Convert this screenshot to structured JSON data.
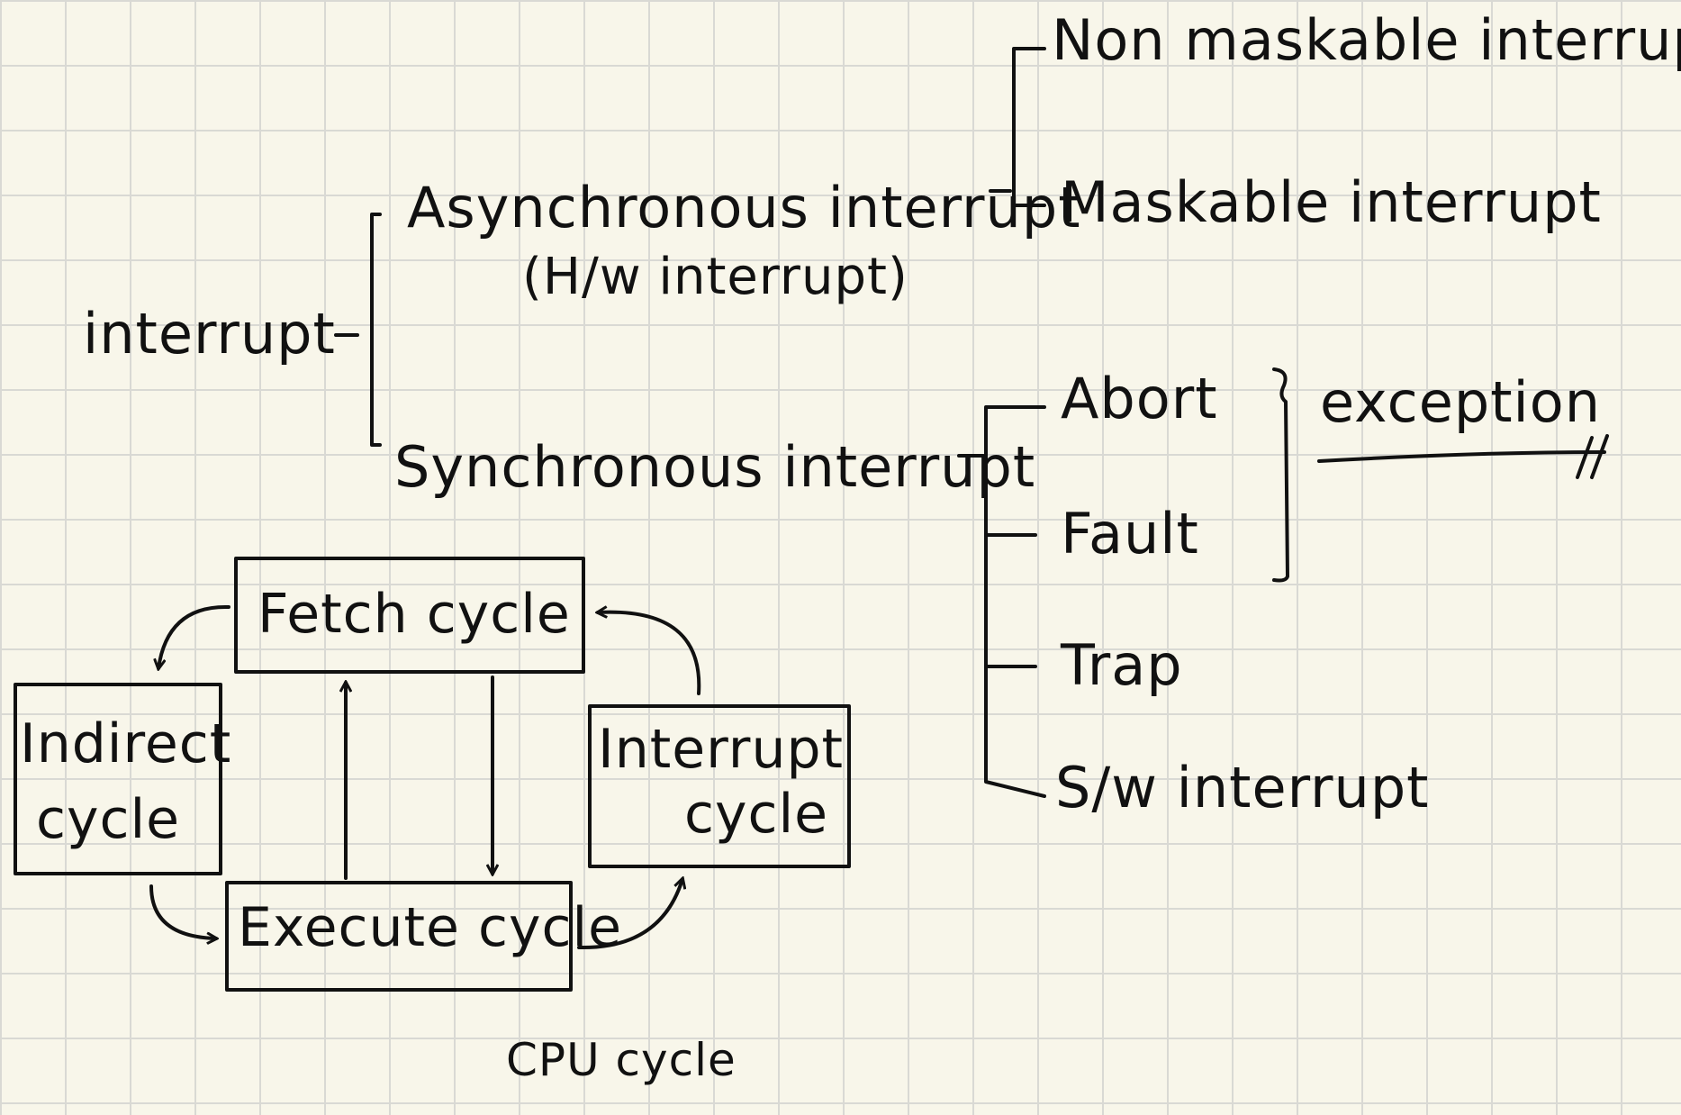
{
  "tree": {
    "root": "interrupt",
    "asynchronous": "Asynchronous interrupt",
    "asynchronous_sub": "(H/w interrupt)",
    "non_maskable": "Non maskable interrupt",
    "maskable": "Maskable interrupt",
    "synchronous": "Synchronous interrupt",
    "abort": "Abort",
    "fault": "Fault",
    "trap": "Trap",
    "sw_interrupt": "S/w interrupt",
    "exception": "exception"
  },
  "cycle": {
    "fetch": "Fetch cycle",
    "indirect_line1": "Indirect",
    "indirect_line2": "cycle",
    "interrupt_line1": "Interrupt",
    "interrupt_line2": "cycle",
    "execute": "Execute cycle",
    "caption": "CPU cycle"
  },
  "colors": {
    "ink": "#111111",
    "paper": "#f8f6ea",
    "grid": "#d9d9d4"
  }
}
